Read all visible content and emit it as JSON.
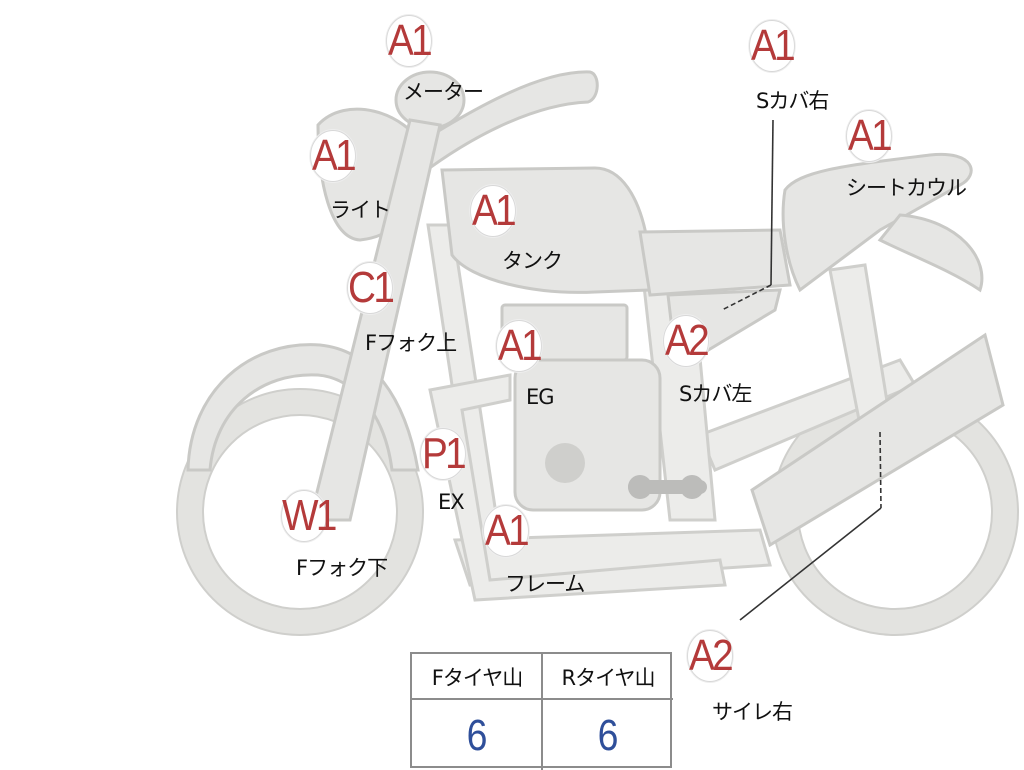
{
  "markers": {
    "meter": {
      "grade": "A1",
      "label": "メーター"
    },
    "s_cover_right": {
      "grade": "A1",
      "label": "Sカバ右"
    },
    "light": {
      "grade": "A1",
      "label": "ライト"
    },
    "seat_cowl": {
      "grade": "A1",
      "label": "シートカウル"
    },
    "tank": {
      "grade": "A1",
      "label": "タンク"
    },
    "f_fork_upper": {
      "grade": "C1",
      "label": "Fフォク上"
    },
    "engine": {
      "grade": "A1",
      "label": "EG"
    },
    "s_cover_left": {
      "grade": "A2",
      "label": "Sカバ左"
    },
    "exhaust": {
      "grade": "P1",
      "label": "EX"
    },
    "f_fork_lower": {
      "grade": "W1",
      "label": "Fフォク下"
    },
    "frame": {
      "grade": "A1",
      "label": "フレーム"
    },
    "silencer_right": {
      "grade": "A2",
      "label": "サイレ右"
    }
  },
  "tires": {
    "front": {
      "label": "Fタイヤ山",
      "value": "6"
    },
    "rear": {
      "label": "Rタイヤ山",
      "value": "6"
    }
  },
  "colors": {
    "grade": "#b43a3a",
    "tire_value": "#2f4f9a",
    "part_fill": "#e6e6e4"
  }
}
